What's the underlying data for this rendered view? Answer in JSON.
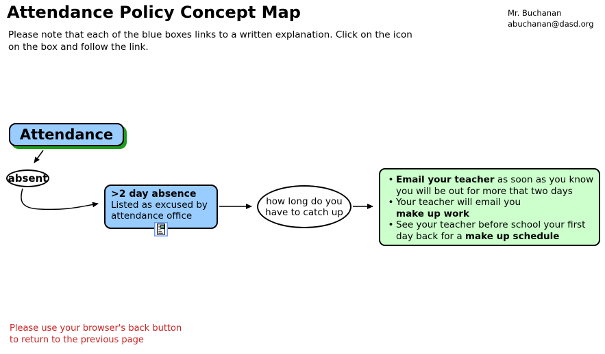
{
  "header": {
    "title": "Attendance Policy Concept Map",
    "subtitle_line1": "Please note that each of the blue boxes links to a written explanation. Click on the icon",
    "subtitle_line2": "on the box and follow the link.",
    "contact_name": "Mr. Buchanan",
    "contact_email": "abuchanan@dasd.org"
  },
  "diagram": {
    "root_node": {
      "label": "Attendance"
    },
    "absent_node": {
      "label": "absent"
    },
    "absence_box": {
      "title": ">2 day absence",
      "line1": "Listed as excused by",
      "line2": "attendance office",
      "icon": "document-link-icon"
    },
    "question_node": {
      "line1": "how long do you",
      "line2": "have to catch up"
    },
    "info_box": {
      "bullet_char": "•",
      "bullets": [
        {
          "line1_bold": "Email your teacher",
          "line1_rest": " as soon as you know",
          "line2": "you will be out for more that two days"
        },
        {
          "line1": "Your teacher will email you",
          "line2_bold": "make up work"
        },
        {
          "line1": "See your teacher before school your first",
          "line2_pre": "day back for a ",
          "line2_bold": "make up schedule"
        }
      ]
    }
  },
  "footer": {
    "note_line1": "Please use your browser's back button",
    "note_line2": "to return to the previous page"
  },
  "colors": {
    "node_blue": "#99ccff",
    "shadow_green": "#1e9a1e",
    "info_green": "#ccffcc",
    "note_red": "#cc2222"
  }
}
